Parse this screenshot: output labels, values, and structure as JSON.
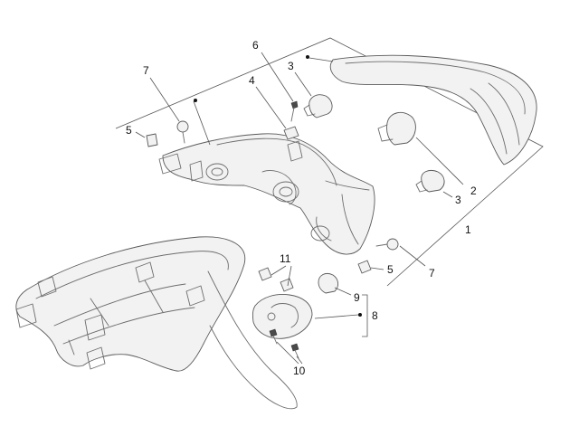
{
  "labels": {
    "l1": "1",
    "l2": "2",
    "l3a": "3",
    "l3b": "3",
    "l4": "4",
    "l5a": "5",
    "l5b": "5",
    "l6": "6",
    "l7a": "7",
    "l7b": "7",
    "l8": "8",
    "l9": "9",
    "l10": "10",
    "l11": "11"
  },
  "colors": {
    "line": "#6d6d6d",
    "text": "#111111",
    "background": "#ffffff"
  }
}
